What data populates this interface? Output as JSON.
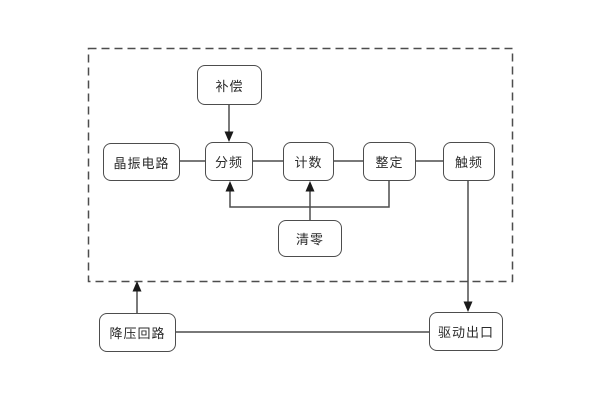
{
  "diagram": {
    "kind": "circuit-block-diagram",
    "nodes": {
      "compensation": {
        "label": "补偿"
      },
      "crystal_oscillator": {
        "label": "晶振电路"
      },
      "frequency_divider": {
        "label": "分频"
      },
      "counter": {
        "label": "计数"
      },
      "setting": {
        "label": "整定"
      },
      "trigger_frequency": {
        "label": "触频"
      },
      "clear": {
        "label": "清零"
      },
      "step_down_circuit": {
        "label": "降压回路"
      },
      "drive_output": {
        "label": "驱动出口"
      }
    },
    "edges": [
      {
        "from": "crystal_oscillator",
        "to": "frequency_divider",
        "arrow": false
      },
      {
        "from": "frequency_divider",
        "to": "counter",
        "arrow": false
      },
      {
        "from": "counter",
        "to": "setting",
        "arrow": false
      },
      {
        "from": "setting",
        "to": "trigger_frequency",
        "arrow": false
      },
      {
        "from": "compensation",
        "to": "frequency_divider",
        "arrow": true
      },
      {
        "from": "setting",
        "to": "frequency_divider",
        "arrow": true,
        "note": "feedback loop under main row"
      },
      {
        "from": "clear",
        "to": "counter",
        "arrow": true
      },
      {
        "from": "trigger_frequency",
        "to": "drive_output",
        "arrow": true
      },
      {
        "from": "step_down_circuit",
        "to": "dashed_boundary",
        "arrow": true
      },
      {
        "from": "step_down_circuit",
        "to": "drive_output",
        "arrow": false
      }
    ],
    "boundary": {
      "style": "dashed",
      "contains": [
        "compensation",
        "crystal_oscillator",
        "frequency_divider",
        "counter",
        "setting",
        "trigger_frequency",
        "clear"
      ]
    }
  },
  "colors": {
    "line": "#4d4d4d",
    "box_border": "#4d4d4d",
    "arrow": "#1a1a1a",
    "text": "#2b2b2b",
    "background": "#ffffff"
  }
}
